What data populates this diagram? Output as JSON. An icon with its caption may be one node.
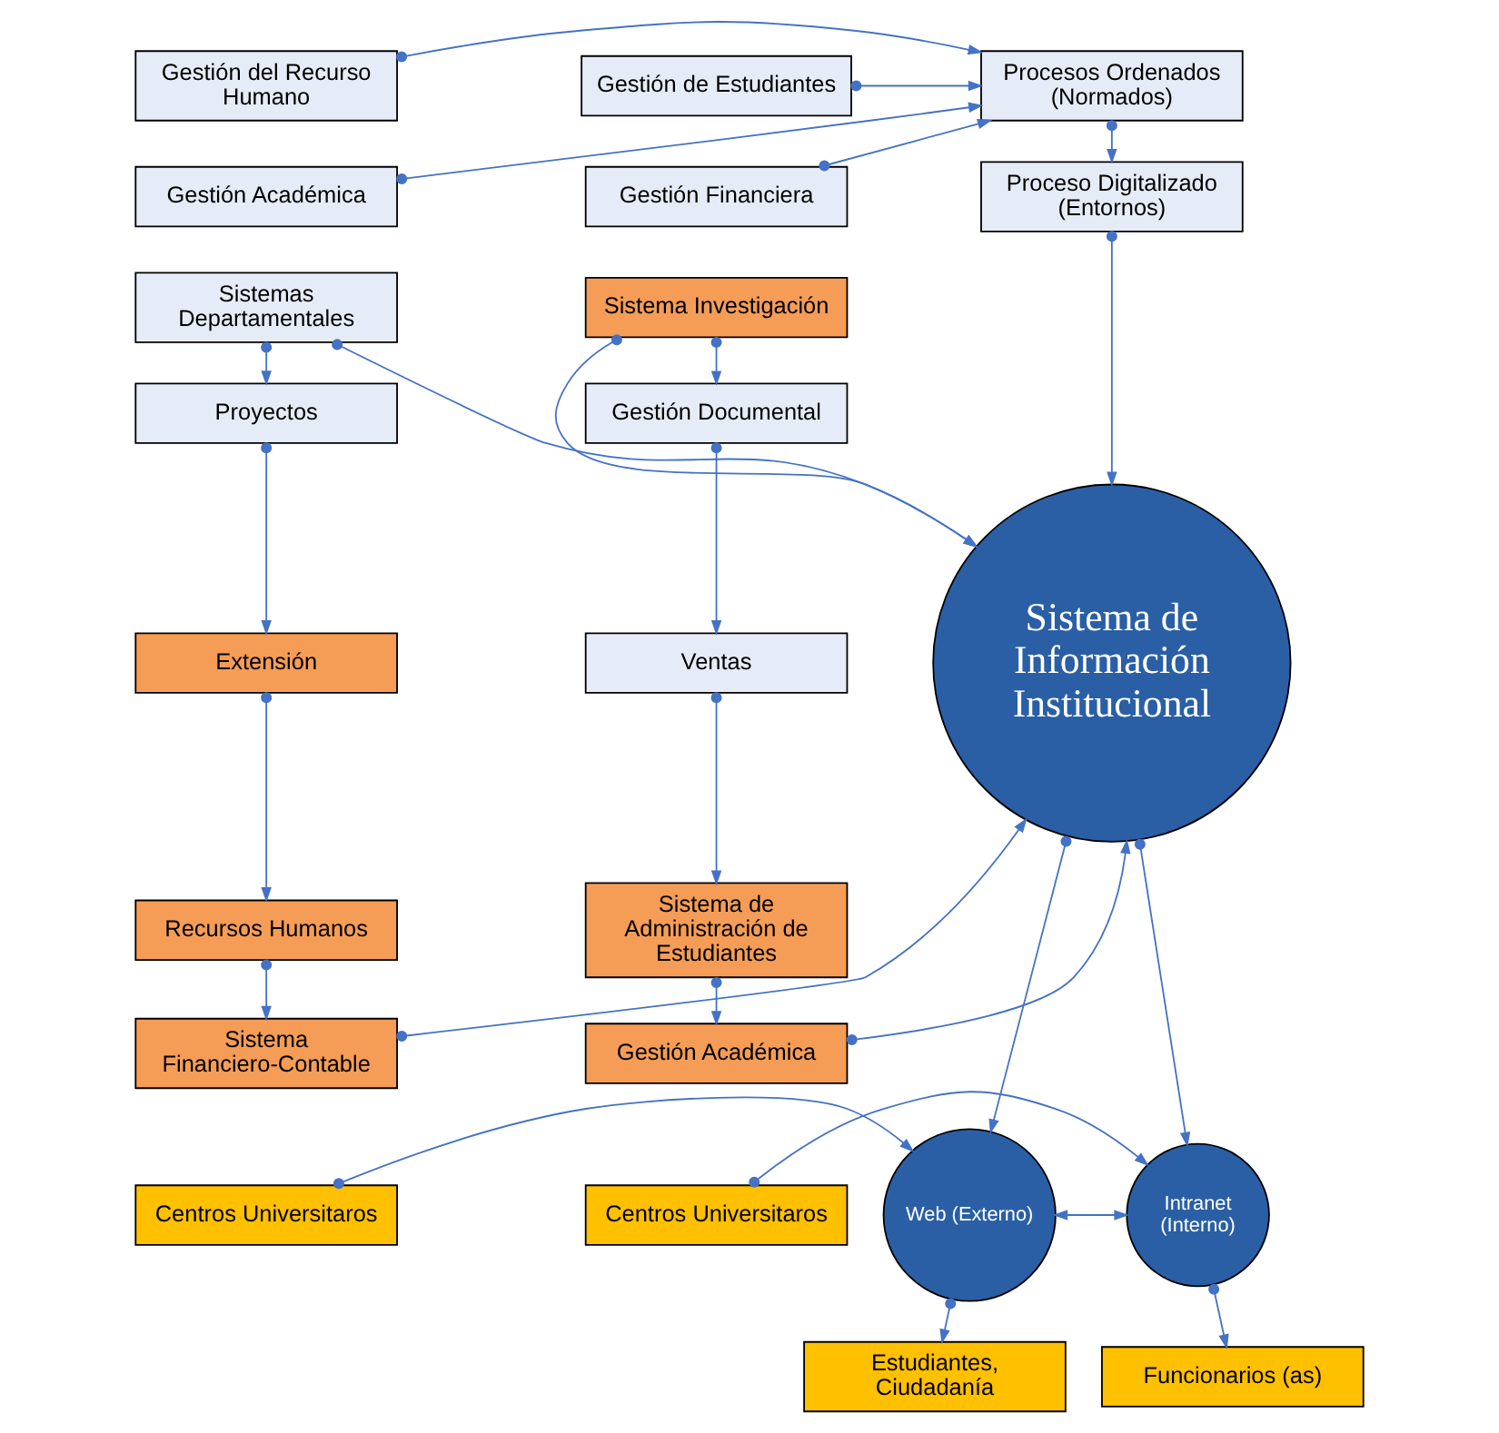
{
  "diagram": {
    "nodes": [
      {
        "text": [
          "Gestión del Recurso Humano"
        ]
      },
      {
        "text": [
          "Procesos Ordenados (Normados)"
        ]
      },
      {
        "text": [
          "Gestión de Estudiantes"
        ]
      },
      {
        "text": [
          "Gestión Académica"
        ]
      },
      {
        "text": [
          "Gestión Financiera"
        ]
      },
      {
        "text": [
          "Proceso Digitalizado (Entornos)"
        ]
      },
      {
        "text": [
          "Sistemas Departamentales"
        ]
      },
      {
        "text": [
          "Sistema Investigación"
        ]
      },
      {
        "text": [
          "Proyectos"
        ]
      },
      {
        "text": [
          "Sistema de Información Institucional"
        ]
      },
      {
        "text": [
          "Gestión Documental"
        ]
      },
      {
        "text": [
          "Extensión"
        ]
      },
      {
        "text": [
          "Ventas"
        ]
      },
      {
        "text": [
          "Recursos Humanos"
        ]
      },
      {
        "text": [
          "Sistema de Administración de Estudiantes"
        ]
      },
      {
        "text": [
          "Sistema Financiero-Contable"
        ]
      },
      {
        "text": [
          "Gestión Académica"
        ]
      },
      {
        "text": [
          "Centros Universitaros"
        ]
      },
      {
        "text": [
          "Web (Externo)"
        ]
      },
      {
        "text": [
          "Intranet (Interno)"
        ]
      },
      {
        "text": [
          "Centros Universitaros"
        ]
      },
      {
        "text": [
          "Estudiantes, Ciudadanía"
        ]
      },
      {
        "text": [
          "Funcionarios (as)"
        ]
      }
    ],
    "edges": [
      {
        "from": 0,
        "to": 1,
        "arrow": "to"
      },
      {
        "from": 3,
        "to": 1,
        "arrow": "to"
      },
      {
        "from": 2,
        "to": 1,
        "arrow": "to"
      },
      {
        "from": 4,
        "to": 1,
        "arrow": "to"
      },
      {
        "from": 1,
        "to": 5,
        "arrow": "to"
      },
      {
        "from": 5,
        "to": 9,
        "arrow": "to"
      },
      {
        "from": 6,
        "to": 8,
        "arrow": "to"
      },
      {
        "from": 8,
        "to": 11,
        "arrow": "to"
      },
      {
        "from": 11,
        "to": 13,
        "arrow": "to"
      },
      {
        "from": 13,
        "to": 15,
        "arrow": "to"
      },
      {
        "from": 6,
        "to": 9,
        "arrow": "to"
      },
      {
        "from": 15,
        "to": 9,
        "arrow": "to"
      },
      {
        "from": 7,
        "to": 10,
        "arrow": "to"
      },
      {
        "from": 10,
        "to": 12,
        "arrow": "to"
      },
      {
        "from": 12,
        "to": 14,
        "arrow": "to"
      },
      {
        "from": 14,
        "to": 16,
        "arrow": "to"
      },
      {
        "from": 7,
        "to": 9,
        "arrow": "to"
      },
      {
        "from": 16,
        "to": 9,
        "arrow": "to"
      },
      {
        "from": 9,
        "to": 18,
        "arrow": "to"
      },
      {
        "from": 9,
        "to": 19,
        "arrow": "to"
      },
      {
        "from": 18,
        "to": 19,
        "arrow": "both"
      },
      {
        "from": 17,
        "to": 18,
        "arrow": "to"
      },
      {
        "from": 20,
        "to": 19,
        "arrow": "to"
      },
      {
        "from": 18,
        "to": 21,
        "arrow": "to"
      },
      {
        "from": 19,
        "to": 22,
        "arrow": "to"
      }
    ]
  }
}
